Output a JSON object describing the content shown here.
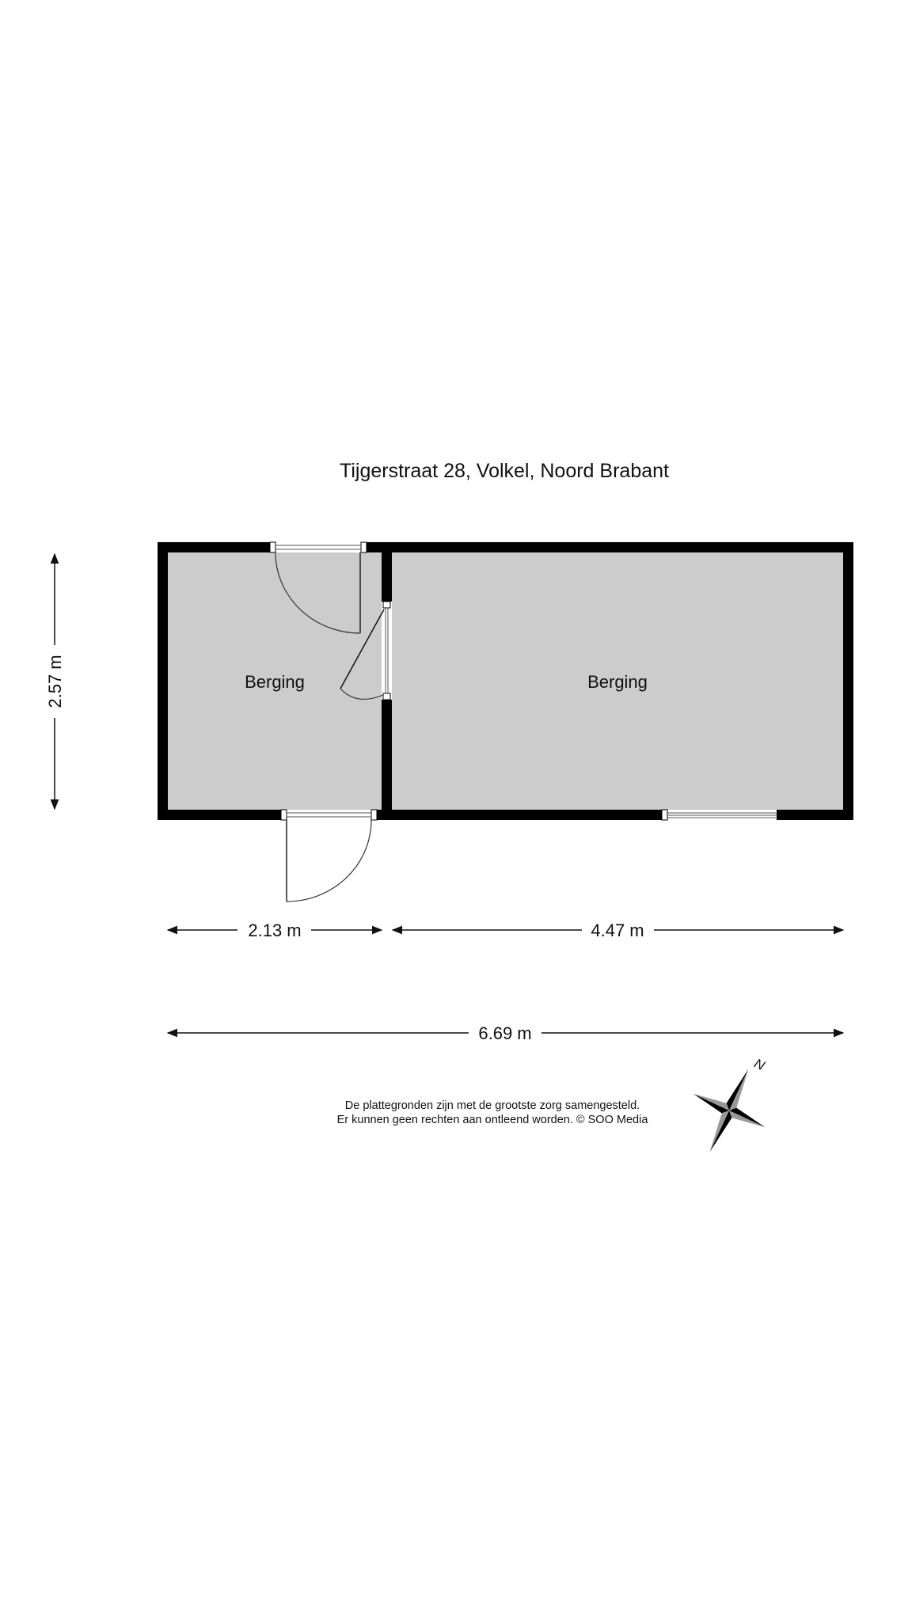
{
  "title": "Tijgerstraat 28, Volkel, Noord Brabant",
  "rooms": [
    {
      "label": "Berging"
    },
    {
      "label": "Berging"
    }
  ],
  "dimensions": {
    "height": "2.57 m",
    "left_width": "2.13 m",
    "right_width": "4.47 m",
    "total_width": "6.69 m"
  },
  "disclaimer": {
    "line1": "De plattegronden zijn met de grootste zorg samengesteld.",
    "line2": "Er kunnen geen rechten aan ontleend worden. © SOO Media"
  },
  "compass": {
    "north_label": "N"
  },
  "colors": {
    "wall": "#000000",
    "floor": "#cccccc"
  }
}
